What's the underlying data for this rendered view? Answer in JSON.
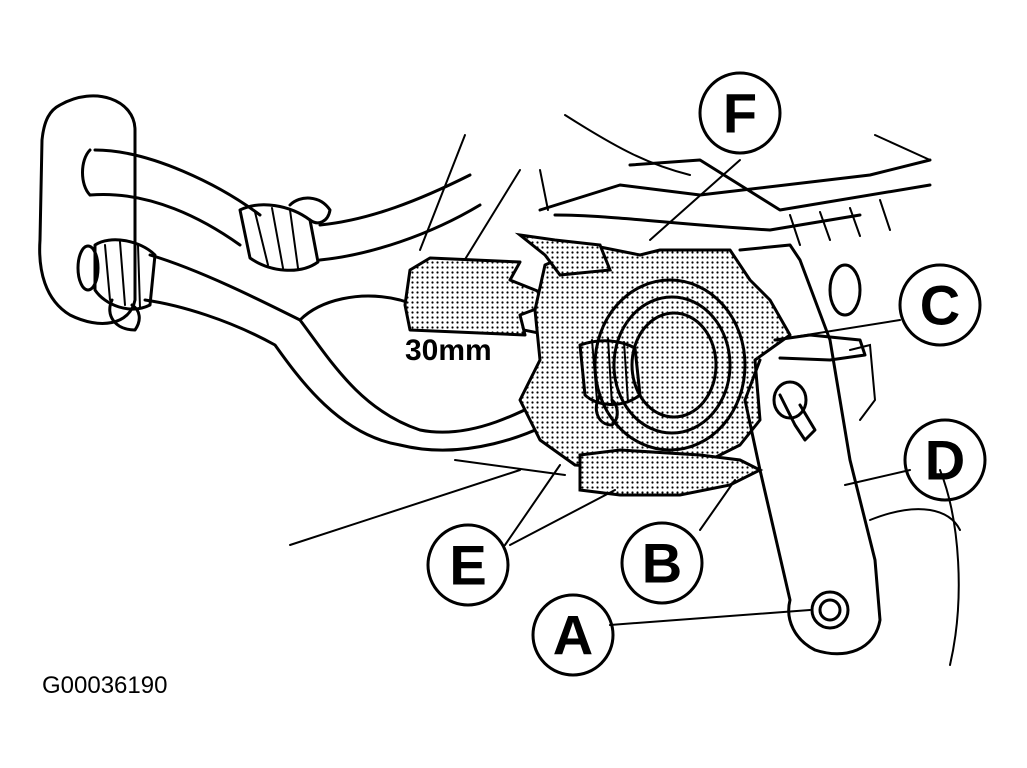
{
  "diagram": {
    "callouts": [
      "A",
      "B",
      "C",
      "D",
      "E",
      "F"
    ],
    "dimension_label": "30mm",
    "figure_code": "G00036190"
  },
  "colors": {
    "ink": "#000000",
    "paper": "#ffffff",
    "stipple": "#b0b0b0"
  }
}
